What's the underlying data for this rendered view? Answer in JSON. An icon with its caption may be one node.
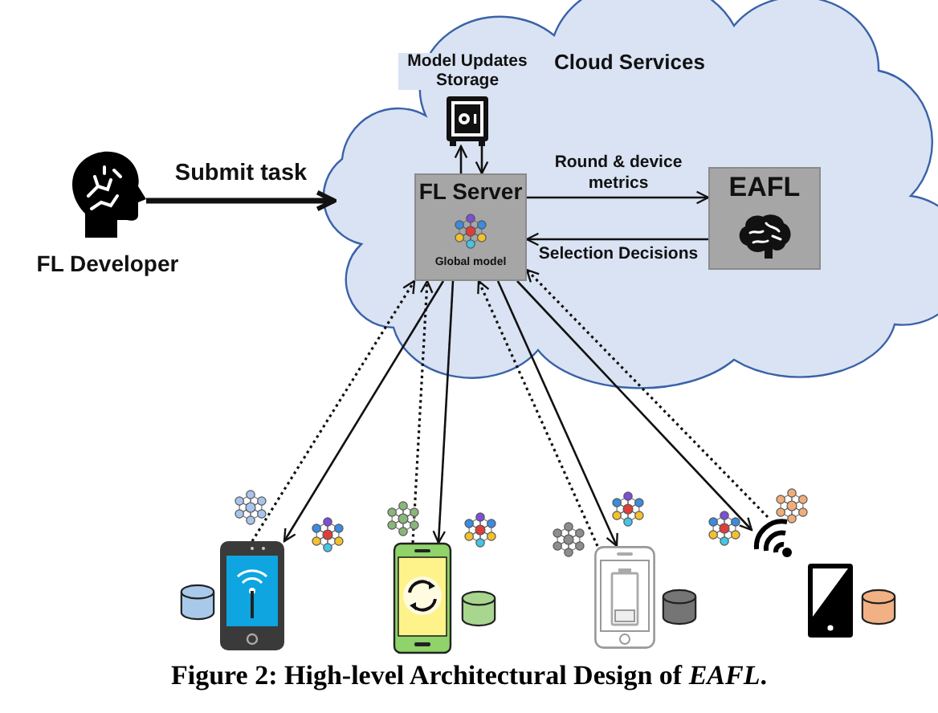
{
  "diagram": {
    "caption": "Figure 2: High-level Architectural Design of *EAFL*.",
    "nodes": [
      {
        "text": [
          "Cloud Services"
        ]
      },
      {
        "text": [
          "FL Developer"
        ]
      },
      {
        "text": [
          "Model Updates Storage"
        ],
        "in": 0
      },
      {
        "text": [
          "FL Server",
          "Global model"
        ],
        "in": 0
      },
      {
        "text": [
          "EAFL"
        ],
        "in": 0
      },
      {
        "text": [],
        "shape": "phone"
      },
      {
        "text": [],
        "shape": "phone"
      },
      {
        "text": [],
        "shape": "phone"
      },
      {
        "text": [],
        "shape": "phone"
      }
    ],
    "edges": [
      {
        "from": 1,
        "to": 0,
        "arrow": "to",
        "label": "Submit task",
        "style": "thick"
      },
      {
        "from": 3,
        "to": 2,
        "arrow": "to"
      },
      {
        "from": 2,
        "to": 3,
        "arrow": "to"
      },
      {
        "from": 3,
        "to": 4,
        "arrow": "to",
        "label": "Round & device metrics"
      },
      {
        "from": 4,
        "to": 3,
        "arrow": "to",
        "label": "Selection Decisions"
      },
      {
        "from": 3,
        "to": 5,
        "arrow": "to"
      },
      {
        "from": 5,
        "to": 3,
        "arrow": "to",
        "style": "dashed"
      },
      {
        "from": 3,
        "to": 6,
        "arrow": "to"
      },
      {
        "from": 6,
        "to": 3,
        "arrow": "to",
        "style": "dashed"
      },
      {
        "from": 7,
        "to": 3,
        "arrow": "to",
        "style": "dashed"
      },
      {
        "from": 3,
        "to": 7,
        "arrow": "to"
      },
      {
        "from": 3,
        "to": 8,
        "arrow": "to"
      },
      {
        "from": 8,
        "to": 3,
        "arrow": "to",
        "style": "dashed"
      }
    ]
  }
}
